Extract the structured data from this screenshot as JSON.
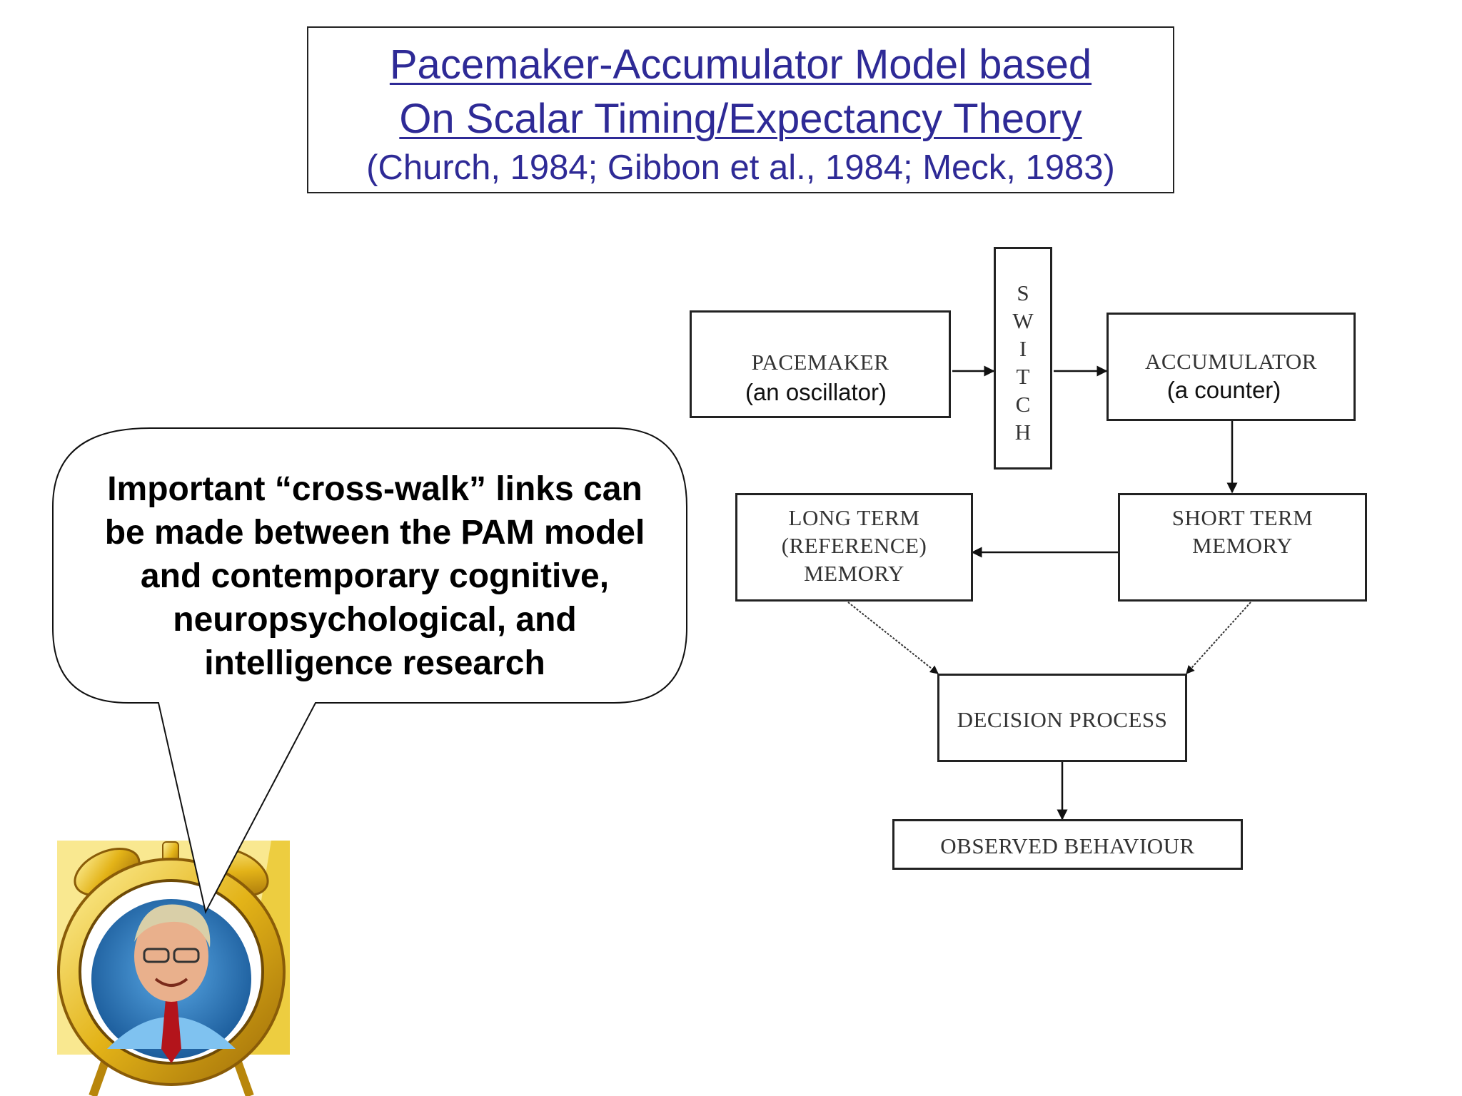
{
  "title": {
    "line1": "Pacemaker-Accumulator Model based",
    "line2": "On Scalar Timing/Expectancy Theory",
    "citation": "(Church, 1984; Gibbon et al., 1984; Meck, 1983)"
  },
  "diagram": {
    "pacemaker": {
      "label": "PACEMAKER",
      "sub": "(an oscillator)"
    },
    "switch": {
      "letters": [
        "S",
        "W",
        "I",
        "T",
        "C",
        "H"
      ]
    },
    "accumulator": {
      "label": "ACCUMULATOR",
      "sub": "(a counter)"
    },
    "long_term": {
      "line1": "LONG TERM",
      "line2": "(REFERENCE)",
      "line3": "MEMORY"
    },
    "short_term": {
      "line1": "SHORT TERM",
      "line2": "MEMORY"
    },
    "decision": {
      "label": "DECISION PROCESS"
    },
    "observed": {
      "label": "OBSERVED BEHAVIOUR"
    }
  },
  "speech_bubble": {
    "line1": "Important “cross-walk” links can",
    "line2": "be made between the PAM model",
    "line3": "and contemporary cognitive,",
    "line4": "neuropsychological, and",
    "line5": "intelligence research"
  },
  "colors": {
    "title": "#2e2a96",
    "box_border": "#222222",
    "clock_gold": "#e8c21e"
  }
}
